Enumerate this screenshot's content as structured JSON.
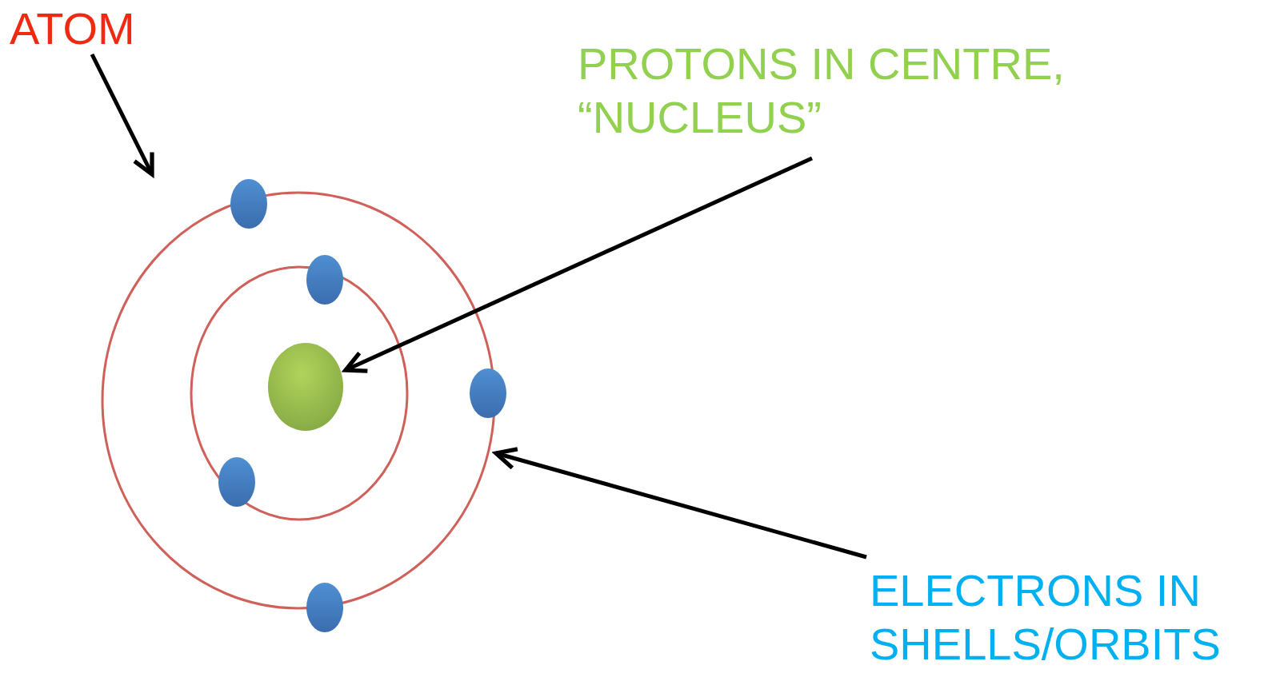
{
  "diagram": {
    "labels": [
      "ATOM",
      "PROTONS IN CENTRE, “NUCLEUS”",
      "ELECTRONS IN SHELLS/ORBITS"
    ]
  }
}
